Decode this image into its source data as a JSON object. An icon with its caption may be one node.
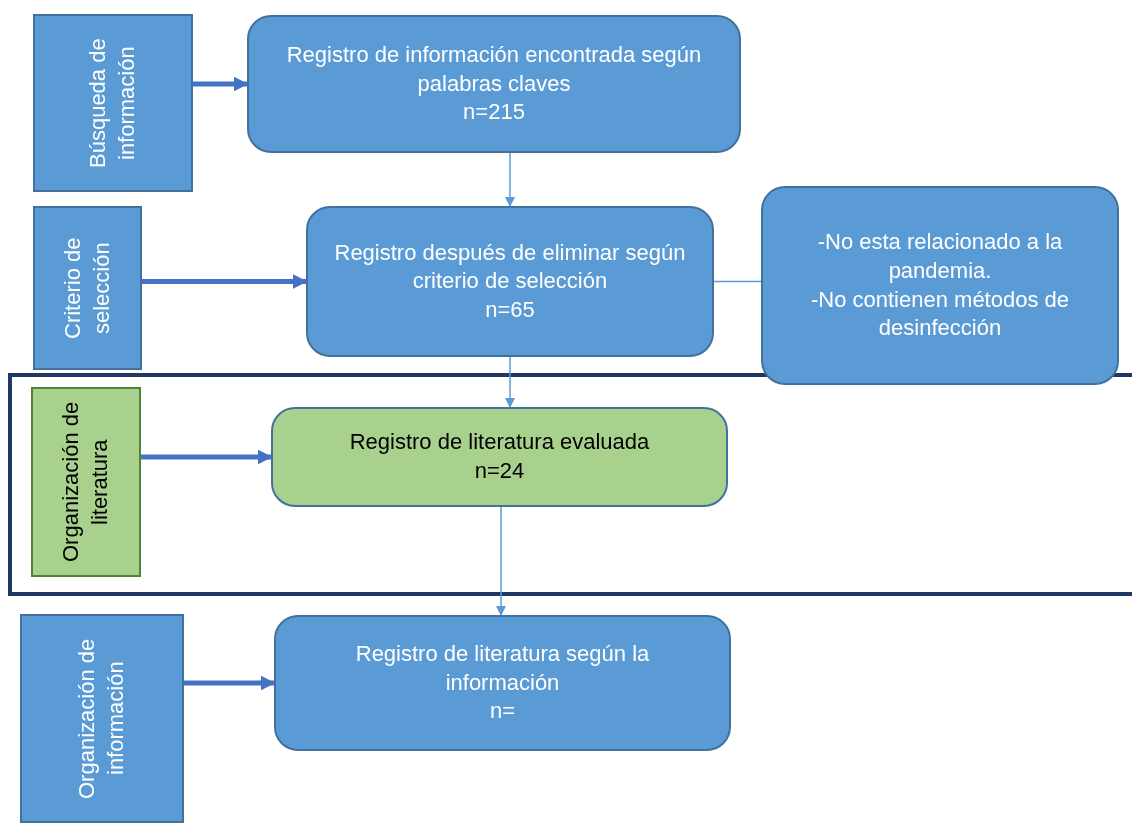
{
  "diagram": {
    "nodes": [
      {
        "text": [
          "Búsqueda de información"
        ]
      },
      {
        "text": [
          "Registro de información encontrada según palabras claves",
          "n=215"
        ]
      },
      {
        "text": [
          "Criterio de selección"
        ]
      },
      {
        "text": [
          "Registro después de eliminar según criterio de selección",
          "n=65"
        ]
      },
      {
        "text": [
          "-No esta relacionado a la pandemia.",
          "-No contienen métodos de desinfección"
        ]
      },
      {
        "text": [],
        "shape": "box"
      },
      {
        "text": [
          "Organización de literatura"
        ],
        "in": 5
      },
      {
        "text": [
          "Registro de literatura evaluada",
          "n=24"
        ],
        "in": 5
      },
      {
        "text": [
          "Organización de información"
        ]
      },
      {
        "text": [
          "Registro de literatura según la información",
          "n="
        ]
      }
    ],
    "edges": [
      {
        "from": 0,
        "to": 1,
        "arrow": "to",
        "style": "thick",
        "color": "#4472c4"
      },
      {
        "from": 1,
        "to": 3,
        "arrow": "to"
      },
      {
        "from": 2,
        "to": 3,
        "arrow": "to",
        "style": "thick",
        "color": "#4472c4"
      },
      {
        "from": 3,
        "to": 4,
        "arrow": "none"
      },
      {
        "from": 3,
        "to": 7,
        "arrow": "to"
      },
      {
        "from": 6,
        "to": 7,
        "arrow": "to",
        "style": "thick",
        "color": "#4472c4"
      },
      {
        "from": 7,
        "to": 9,
        "arrow": "to"
      },
      {
        "from": 8,
        "to": 9,
        "arrow": "to",
        "style": "thick",
        "color": "#4472c4"
      }
    ]
  }
}
